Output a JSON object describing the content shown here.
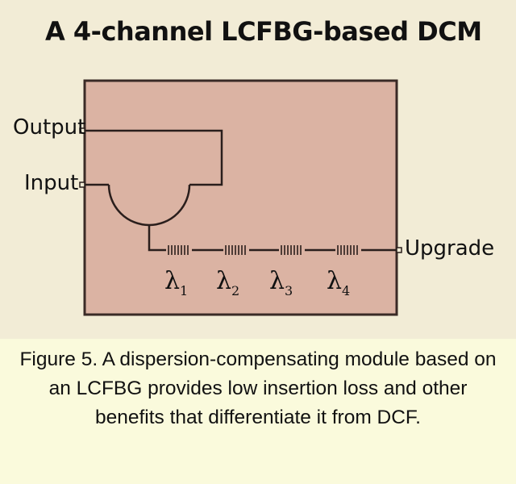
{
  "title": "A 4-channel LCFBG-based DCM",
  "ports": {
    "output": "Output",
    "input": "Input",
    "upgrade": "Upgrade"
  },
  "gratings": [
    {
      "symbol": "λ",
      "subscript": "1"
    },
    {
      "symbol": "λ",
      "subscript": "2"
    },
    {
      "symbol": "λ",
      "subscript": "3"
    },
    {
      "symbol": "λ",
      "subscript": "4"
    }
  ],
  "caption": "Figure 5. A dispersion-compensating module based on an LCFBG provides low insertion loss and other benefits that differentiate it from DCF.",
  "colors": {
    "module_fill": "#dbb3a3",
    "module_border": "#3a2a26",
    "line": "#2a1e1c",
    "figure_bg": "#f2ecd6",
    "caption_bg": "#fafadc"
  }
}
